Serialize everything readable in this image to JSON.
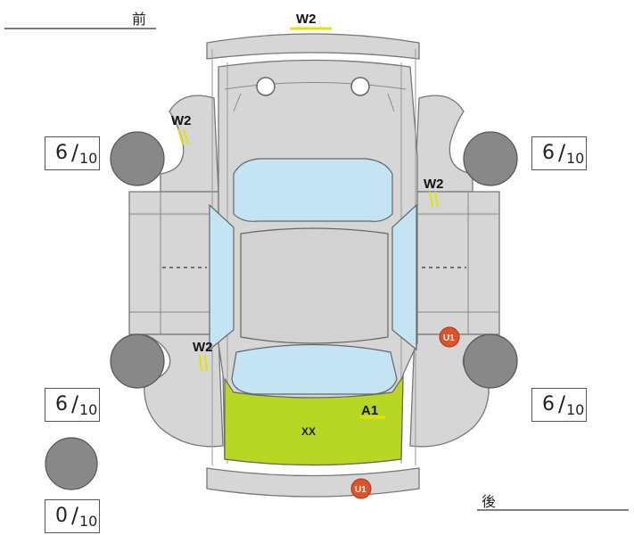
{
  "header": {
    "front_label": "前",
    "rear_label": "後"
  },
  "marks": {
    "roof_top": "W2",
    "front_left": "W2",
    "right_door": "W2",
    "left_rear": "W2",
    "trunk_code": "A1",
    "trunk_code2": "XX",
    "badge_right": "U1",
    "badge_bottom": "U1"
  },
  "tires": {
    "front_left": {
      "num": "6",
      "den": "10"
    },
    "front_right": {
      "num": "6",
      "den": "10"
    },
    "rear_left": {
      "num": "6",
      "den": "10"
    },
    "rear_right": {
      "num": "6",
      "den": "10"
    },
    "spare": {
      "num": "0",
      "den": "10"
    }
  },
  "colors": {
    "panel": "#d6d6d6",
    "glass": "#c4e4f4",
    "highlight": "#b8d624",
    "mark_underline": "#e6e200",
    "tire": "#888888",
    "badge": "#e0522a"
  }
}
